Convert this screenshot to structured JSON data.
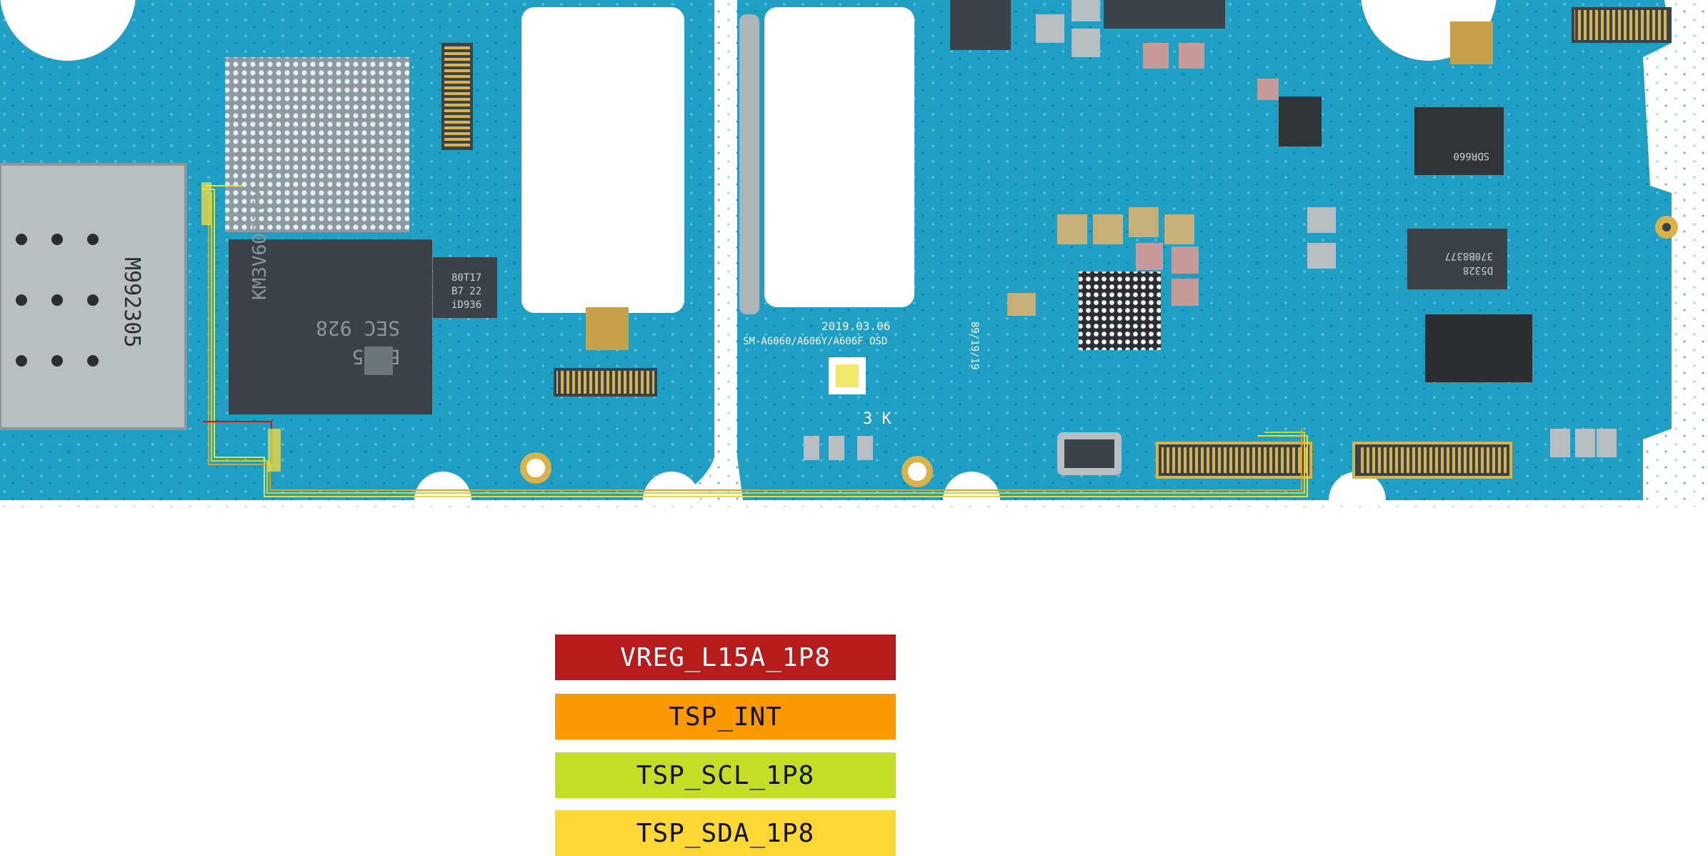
{
  "board": {
    "color_board": "#1f9fc4",
    "color_board_dark": "#168ab0",
    "color_silk": "#ffffff",
    "color_chip": "#3a4248",
    "color_gold": "#d9b24a",
    "color_trace_yellow": "#e8d84a",
    "chip_labels": {
      "memory_chip_line1": "KM3V6001CM",
      "memory_chip_line2": "B705",
      "memory_chip_line3": "SEC 928",
      "sim_code": "M992305",
      "small_chip": "80T17",
      "small_chip2": "B7 22",
      "small_chip3": "iD936",
      "date_code": "2019.03.06",
      "model_code": "SM-A6060/A606Y/A606F OSD",
      "rev_code": "3 K",
      "side_date": "89/19/19",
      "rf_chip_a": "SDR660",
      "rf_chip_b": "D5328",
      "rf_chip_c": "370B8377"
    }
  },
  "legend": [
    {
      "label": "VREG_L15A_1P8",
      "bg": "#b71c1c",
      "fg": "#ffffff"
    },
    {
      "label": "TSP_INT",
      "bg": "#fb9a00",
      "fg": "#111111"
    },
    {
      "label": "TSP_SCL_1P8",
      "bg": "#c6dd27",
      "fg": "#111111"
    },
    {
      "label": "TSP_SDA_1P8",
      "bg": "#fdd835",
      "fg": "#111111"
    }
  ]
}
